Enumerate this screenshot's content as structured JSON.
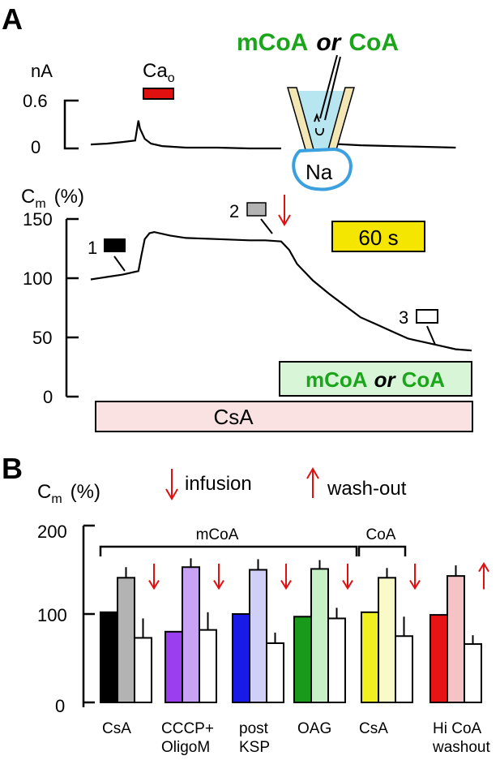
{
  "panels": {
    "a_letter": "A",
    "b_letter": "B"
  },
  "panel_a": {
    "current_unit": "nA",
    "current_ticks": [
      "0.6",
      "0"
    ],
    "ca_label_main": "Ca",
    "ca_label_sub": "o",
    "pipette_title_left": "mCoA",
    "pipette_title_mid": "or",
    "pipette_title_right": "CoA",
    "cell_label": "Na",
    "cm_label_main": "C",
    "cm_label_sub": "m",
    "cm_label_unit": "(%)",
    "cm_ticks": [
      "150",
      "100",
      "50",
      "0"
    ],
    "marker_1": "1",
    "marker_2": "2",
    "marker_3": "3",
    "scale_bar": "60 s",
    "infusion_bar_left": "mCoA",
    "infusion_bar_mid": "or",
    "infusion_bar_right": "CoA",
    "csa_bar": "CsA",
    "colors": {
      "ca_bar": "#e01010",
      "scale": "#f5e600",
      "infusion": "#d8f5d8",
      "csa": "#fbe2e2",
      "green_text": "#1aa51a",
      "pipette_fill": "#b8e6f0",
      "cell": "#3aa0e0"
    }
  },
  "chart_data": [
    {
      "type": "line",
      "panel": "A-current",
      "ylabel": "nA",
      "ylim": [
        0,
        0.6
      ],
      "series": [
        {
          "t_s": [
            0,
            10,
            20,
            28,
            30,
            31,
            34,
            38,
            45,
            60,
            80,
            100,
            120
          ],
          "nA": [
            0.05,
            0.06,
            0.08,
            0.1,
            0.35,
            0.25,
            0.12,
            0.06,
            0.03,
            0.01,
            0.01,
            0.0,
            0.0
          ]
        },
        {
          "t_s": [
            150,
            170,
            190,
            210,
            230
          ],
          "nA": [
            0.06,
            0.04,
            0.03,
            0.02,
            0.01
          ]
        }
      ],
      "annotations": [
        "Ca_o"
      ]
    },
    {
      "type": "line",
      "panel": "A-capacitance",
      "ylabel": "Cm (%)",
      "ylim": [
        0,
        150
      ],
      "yticks": [
        0,
        50,
        100,
        150
      ],
      "series": [
        {
          "t_s": [
            0,
            10,
            20,
            30,
            32,
            34,
            37,
            40,
            50,
            60,
            80,
            100,
            110,
            120,
            125,
            130,
            140,
            150,
            160,
            170,
            180,
            190,
            200,
            210,
            220,
            230,
            240
          ],
          "cm": [
            99,
            101,
            103,
            106,
            120,
            133,
            138,
            139,
            136,
            134,
            133,
            132,
            132,
            131,
            124,
            112,
            98,
            87,
            77,
            67,
            61,
            55,
            49,
            46,
            43,
            40,
            39
          ]
        }
      ],
      "markers": [
        "1",
        "2",
        "3"
      ],
      "scale_bar": "60 s"
    },
    {
      "type": "bar",
      "panel": "B",
      "ylabel": "Cm (%)",
      "ylim": [
        0,
        200
      ],
      "yticks": [
        0,
        100,
        200
      ],
      "groups": [
        {
          "label": "CsA",
          "values": [
            102,
            141,
            73
          ],
          "errors": [
            0,
            12,
            22
          ],
          "colors": [
            "#000000",
            "#b3b3b3",
            "#ffffff"
          ],
          "arrow": "down"
        },
        {
          "label": "CCCP+\nOligoM",
          "values": [
            80,
            153,
            82
          ],
          "errors": [
            0,
            10,
            20
          ],
          "colors": [
            "#9b3ef0",
            "#c8a3f4",
            "#ffffff"
          ],
          "arrow": "down"
        },
        {
          "label": "post\nKSP",
          "values": [
            100,
            150,
            67
          ],
          "errors": [
            0,
            12,
            12
          ],
          "colors": [
            "#1a1ae6",
            "#cfcff7",
            "#ffffff"
          ],
          "arrow": "down"
        },
        {
          "label": "OAG",
          "values": [
            97,
            151,
            95
          ],
          "errors": [
            0,
            10,
            12
          ],
          "colors": [
            "#1a9a1a",
            "#c6f0c6",
            "#ffffff"
          ],
          "arrow": "down"
        },
        {
          "label": "CsA",
          "values": [
            102,
            141,
            75
          ],
          "errors": [
            0,
            11,
            22
          ],
          "colors": [
            "#f0f020",
            "#fafac8",
            "#ffffff"
          ],
          "arrow": "down"
        },
        {
          "label": "Hi CoA\nwashout",
          "values": [
            99,
            143,
            66
          ],
          "errors": [
            0,
            12,
            10
          ],
          "colors": [
            "#e61414",
            "#f5c3c3",
            "#ffffff"
          ],
          "arrow": "up"
        }
      ],
      "brackets": [
        {
          "label": "mCoA",
          "from_group": 0,
          "to_group": 3
        },
        {
          "label": "CoA",
          "from_group": 4,
          "to_group": 4
        }
      ],
      "legend": [
        "infusion",
        "wash-out"
      ]
    }
  ],
  "panel_b": {
    "cm_label_main": "C",
    "cm_label_sub": "m",
    "cm_label_unit": "(%)",
    "legend_infusion": "infusion",
    "legend_washout": "wash-out",
    "bracket_mcoa": "mCoA",
    "bracket_coa": "CoA",
    "ticks": [
      "200",
      "100",
      "0"
    ],
    "xlabels": [
      [
        "CsA"
      ],
      [
        "CCCP+",
        "OligoM"
      ],
      [
        "post",
        "KSP"
      ],
      [
        "OAG"
      ],
      [
        "CsA"
      ],
      [
        "Hi CoA",
        "washout"
      ]
    ]
  }
}
